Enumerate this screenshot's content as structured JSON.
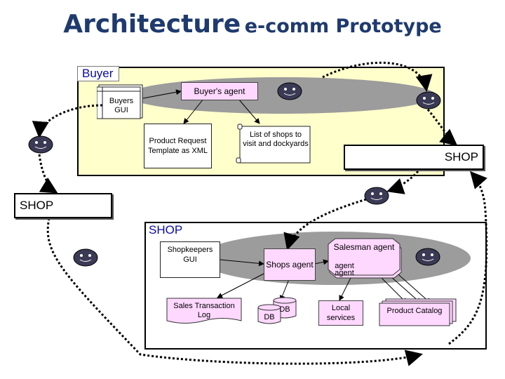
{
  "title": {
    "main": "Architecture",
    "rest": "e-comm Prototype"
  },
  "buyer": {
    "label": "Buyer",
    "agent": "Buyer's agent",
    "gui": "Buyers GUI",
    "product_request": "Product Request Template as XML",
    "shop_list": "List of shops to visit and dockyards"
  },
  "shop_right": "SHOP",
  "shop_left": "SHOP",
  "shop": {
    "label": "SHOP",
    "keepers_gui": "Shopkeepers GUI",
    "shops_agent": "Shops agent",
    "salesman": "Salesman agent",
    "salesman_back1": "agent",
    "salesman_back2": "agent",
    "sales_log": "Sales Transaction Log",
    "db1": "DB",
    "db2": "DB",
    "local_services": "Local services",
    "product_catalog": "Product Catalog"
  },
  "colors": {
    "title": "#1f3a6e",
    "buyer_bg": "#ffffcc",
    "agent_pink": "#ffd8ff",
    "agent_ellipse": "#9c9c9c",
    "label_blue": "#0b0ba0"
  }
}
